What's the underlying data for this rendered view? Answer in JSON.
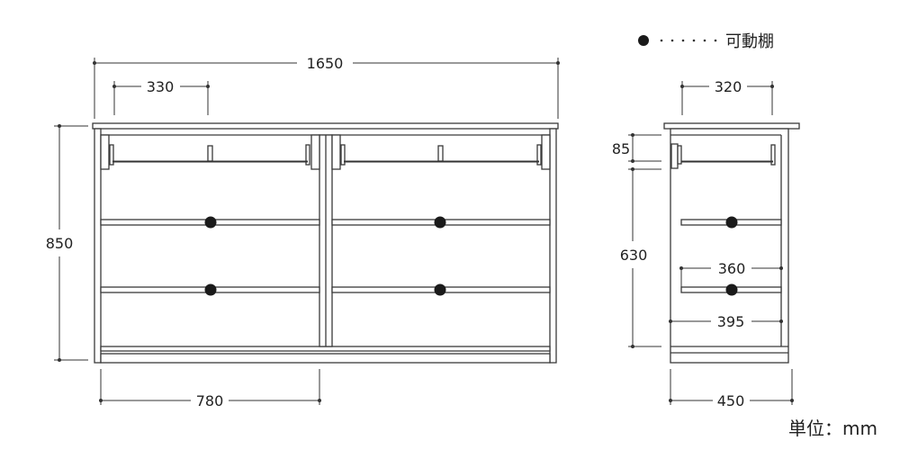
{
  "legend": {
    "label": "可動棚",
    "marker_icon": "filled-circle"
  },
  "unit": "単位：mm",
  "front": {
    "width": "1650",
    "top_inner": "330",
    "height": "850",
    "compartment": "780"
  },
  "side": {
    "top_inner": "320",
    "top_gap": "85",
    "inner_height": "630",
    "shelf_depth": "360",
    "inner_depth": "395",
    "depth": "450"
  },
  "colors": {
    "line": "#3a3a3a",
    "dot": "#1a1a1a"
  }
}
